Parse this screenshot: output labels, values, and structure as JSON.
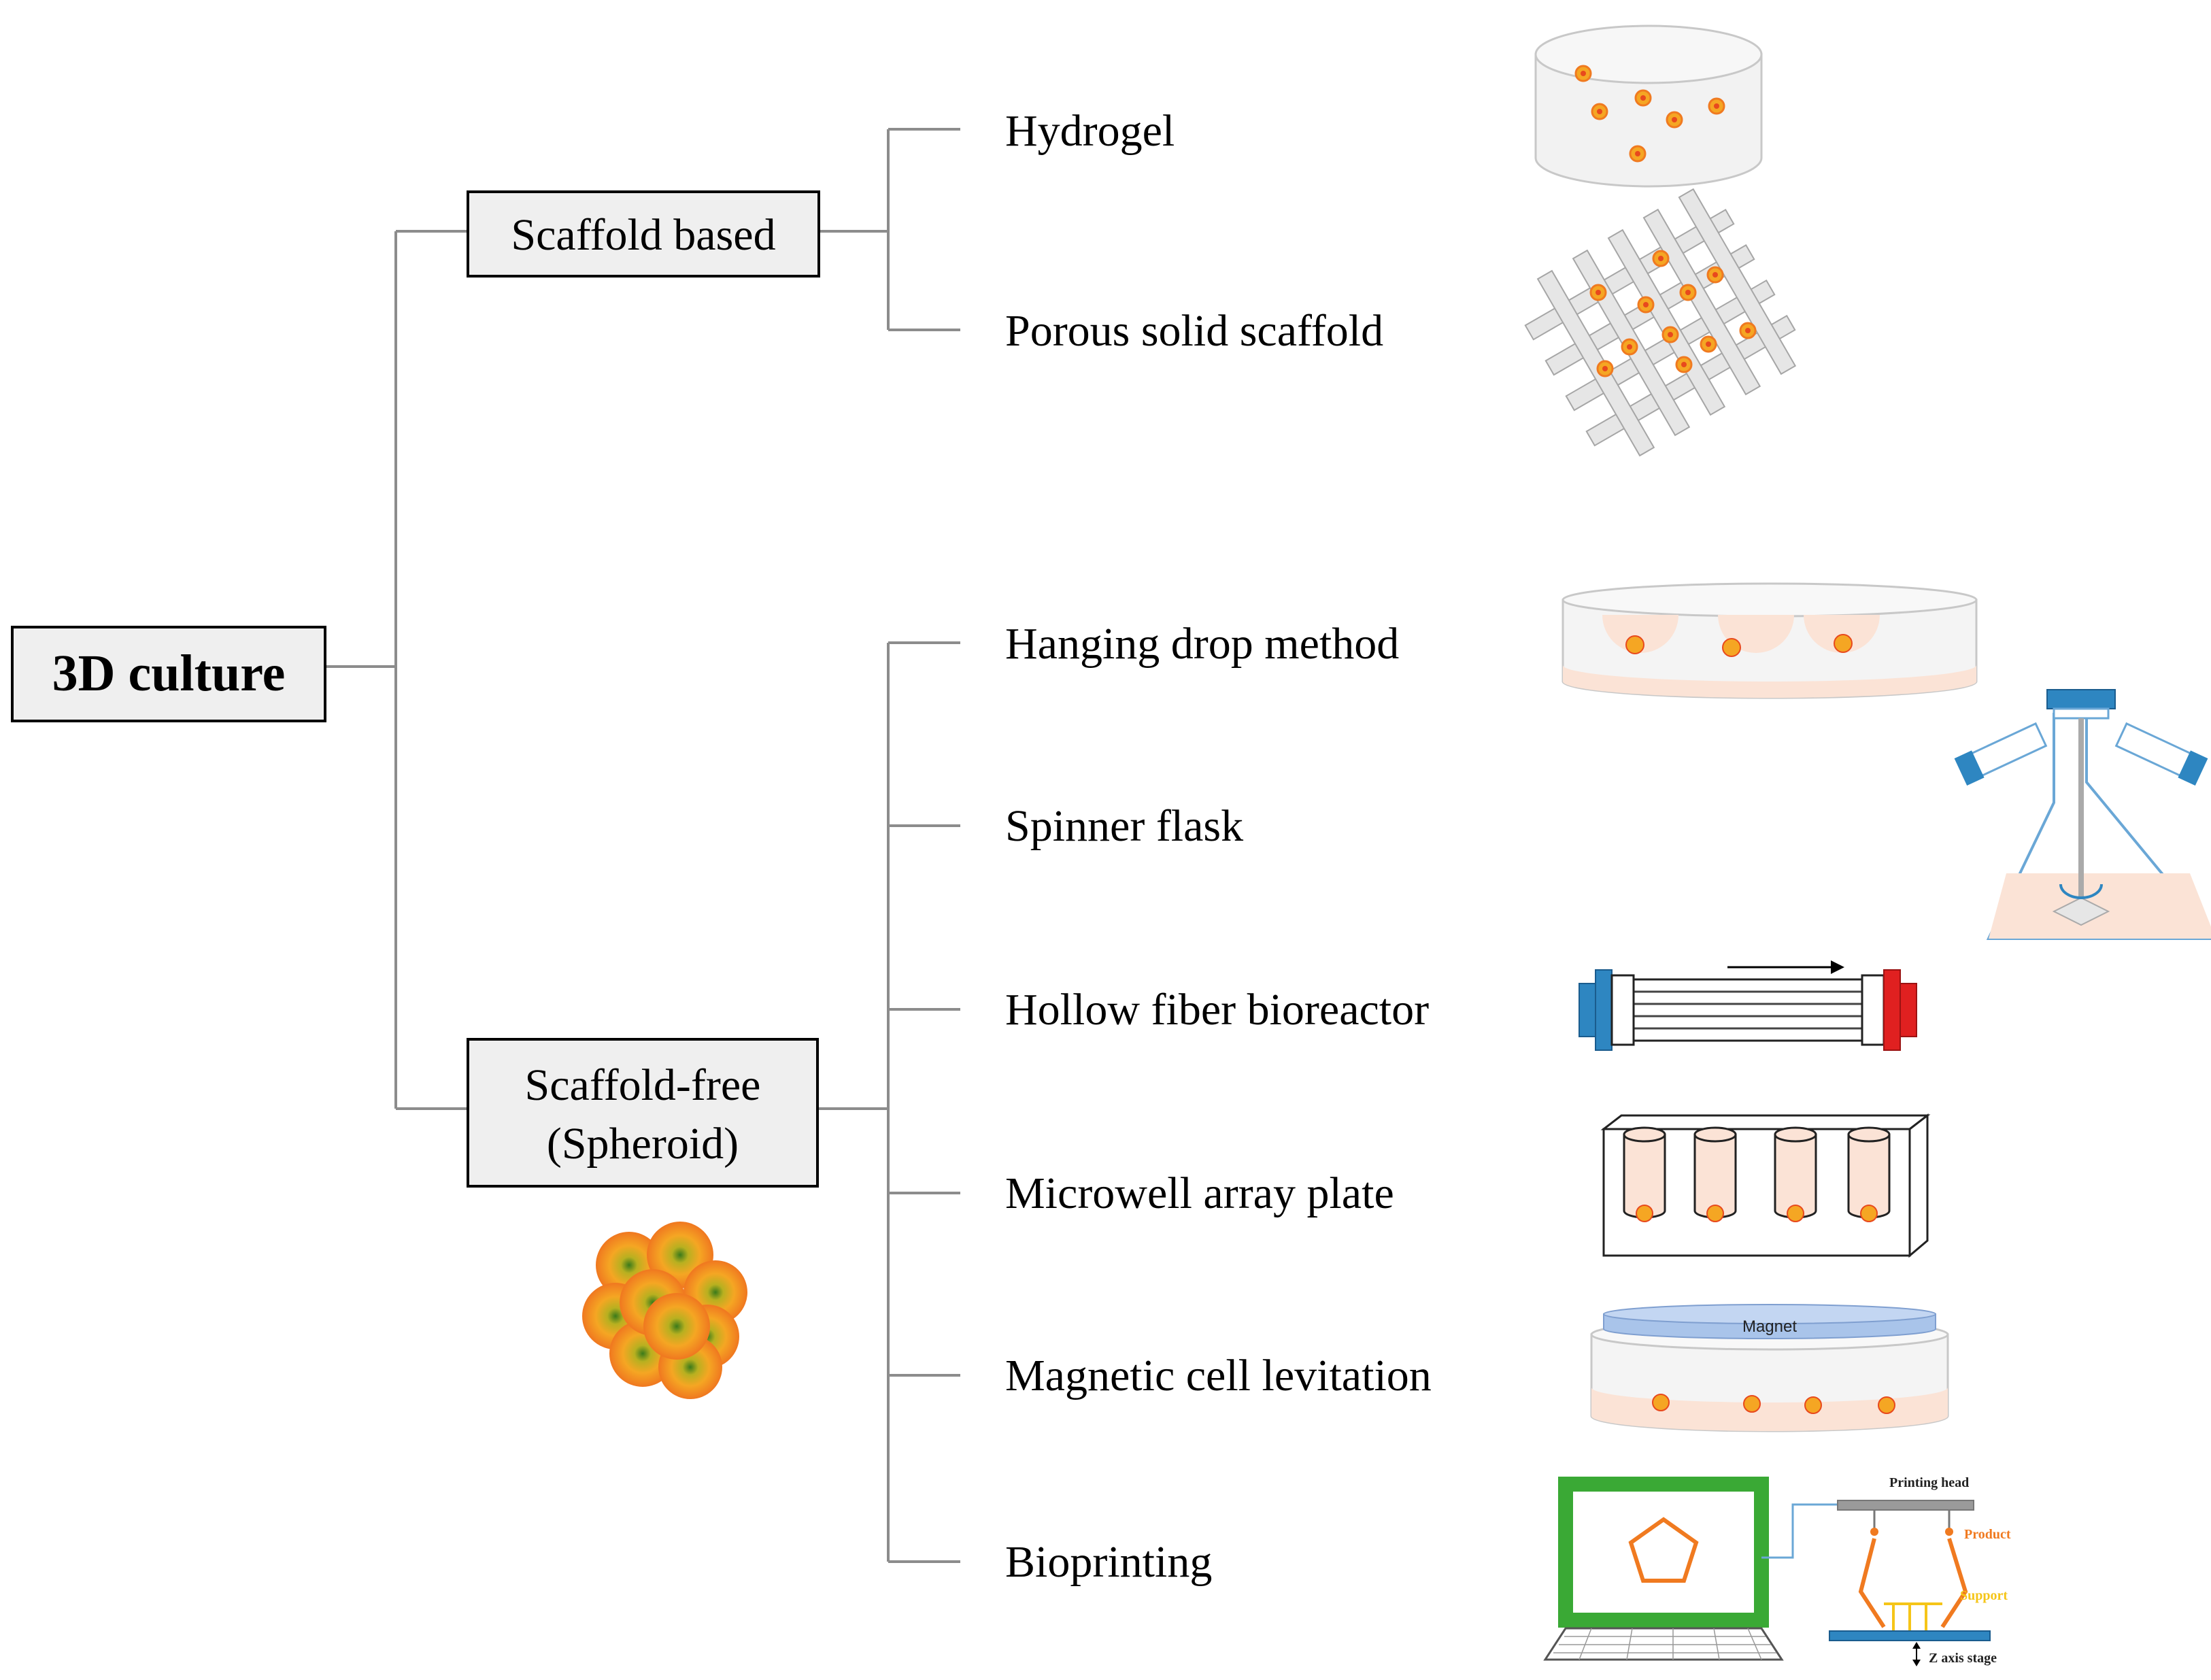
{
  "root": {
    "label": "3D culture"
  },
  "branches": [
    {
      "label_lines": [
        "Scaffold based"
      ],
      "methods": [
        "Hydrogel",
        "Porous solid scaffold"
      ]
    },
    {
      "label_lines": [
        "Scaffold-free",
        "(Spheroid)"
      ],
      "methods": [
        "Hanging drop method",
        "Spinner flask",
        "Hollow fiber bioreactor",
        "Microwell array plate",
        "Magnetic cell levitation",
        "Bioprinting"
      ]
    }
  ],
  "illustrations": {
    "magnet_label": "Magnet",
    "bioprinting": {
      "printing_head": "Printing head",
      "product": "Product",
      "support": "Support",
      "z_axis": "Z axis stage"
    }
  },
  "colors": {
    "cell_orange": "#f5a623",
    "cell_core": "#e8491d",
    "medium_pink": "#fbe3d6",
    "connector_gray": "#8c8c8c",
    "box_fill": "#efefef",
    "cap_blue": "#2e86c1",
    "cap_red": "#e02020",
    "laptop_green": "#3aa935"
  }
}
